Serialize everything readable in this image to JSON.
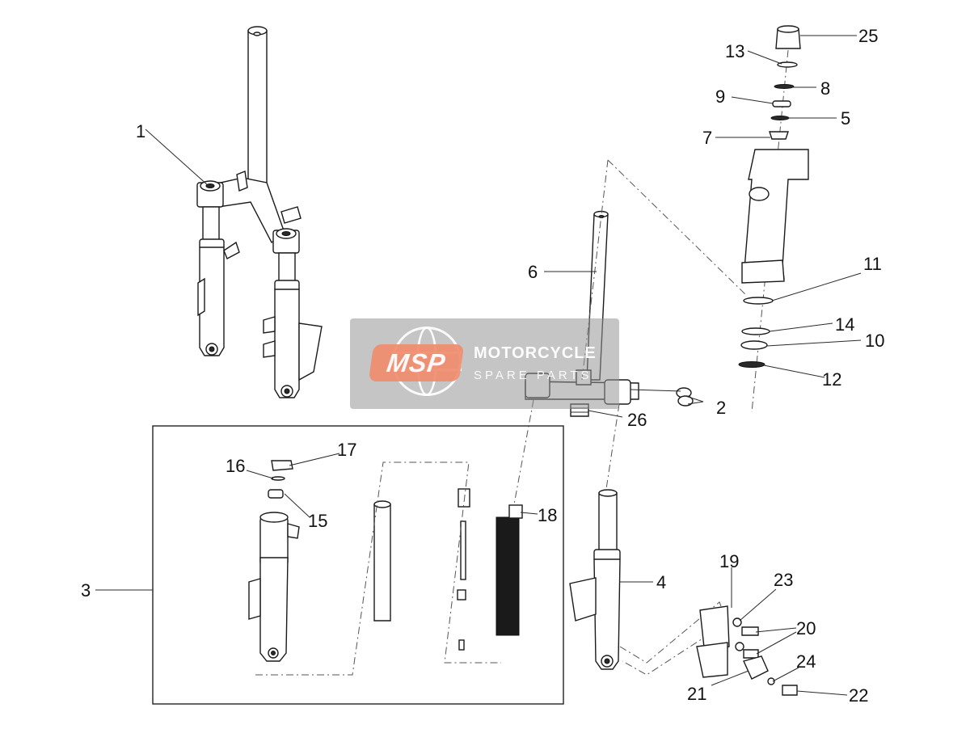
{
  "diagram": {
    "callouts": {
      "c1": "1",
      "c2": "2",
      "c3": "3",
      "c4": "4",
      "c5": "5",
      "c6": "6",
      "c7": "7",
      "c8": "8",
      "c9": "9",
      "c10": "10",
      "c11": "11",
      "c12": "12",
      "c13": "13",
      "c14": "14",
      "c15": "15",
      "c16": "16",
      "c17": "17",
      "c18": "18",
      "c19": "19",
      "c20": "20",
      "c21": "21",
      "c22": "22",
      "c23": "23",
      "c24": "24",
      "c25": "25",
      "c26": "26"
    }
  },
  "watermark": {
    "logo": "MSP",
    "line1": "MOTORCYCLE",
    "line2": "SPARE PARTS"
  }
}
